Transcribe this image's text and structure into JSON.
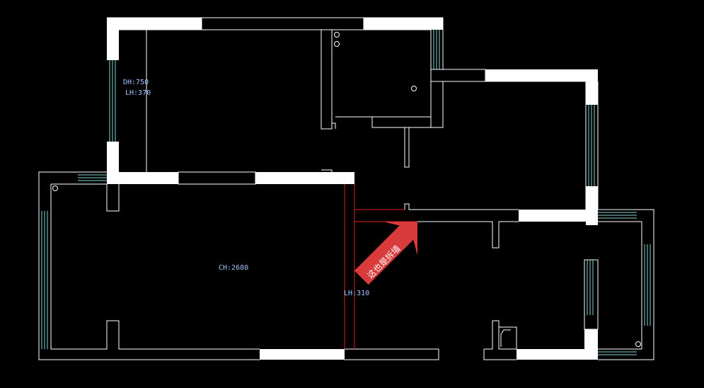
{
  "canvas": {
    "background": "#000000"
  },
  "colors": {
    "wall": "#ffffff",
    "line": "#ffffff",
    "window": "#7fd3d3",
    "dimension_text": "#9fc3ff",
    "marker": "#e02020",
    "arrow": "#d93a3a"
  },
  "annotations": {
    "window_dh": "DH:750",
    "window_lh": "LH:370",
    "ceiling_height": "CH:2680",
    "wall_lh": "LH:310",
    "arrow_note": "这也是拆墙"
  }
}
